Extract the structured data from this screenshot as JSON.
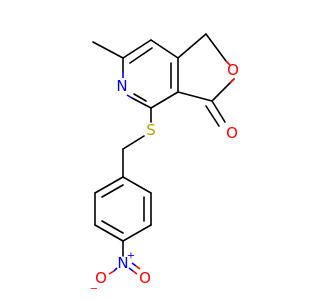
{
  "molecule": {
    "colors": {
      "carbon_bond": "#000000",
      "nitrogen": "#0000ff",
      "oxygen": "#ff0000",
      "sulfur": "#b8a200"
    },
    "atoms": {
      "pyridine_n": {
        "symbol": "N",
        "color": "nitrogen"
      },
      "ring_o": {
        "symbol": "O",
        "color": "oxygen"
      },
      "carbonyl_o": {
        "symbol": "O",
        "color": "oxygen"
      },
      "thioether_s": {
        "symbol": "S",
        "color": "sulfur"
      },
      "nitro_n": {
        "symbol": "N",
        "color": "nitrogen",
        "charge": "+"
      },
      "nitro_o_left": {
        "symbol": "O",
        "color": "oxygen",
        "charge": "−"
      },
      "nitro_o_right": {
        "symbol": "O",
        "color": "oxygen"
      }
    }
  }
}
